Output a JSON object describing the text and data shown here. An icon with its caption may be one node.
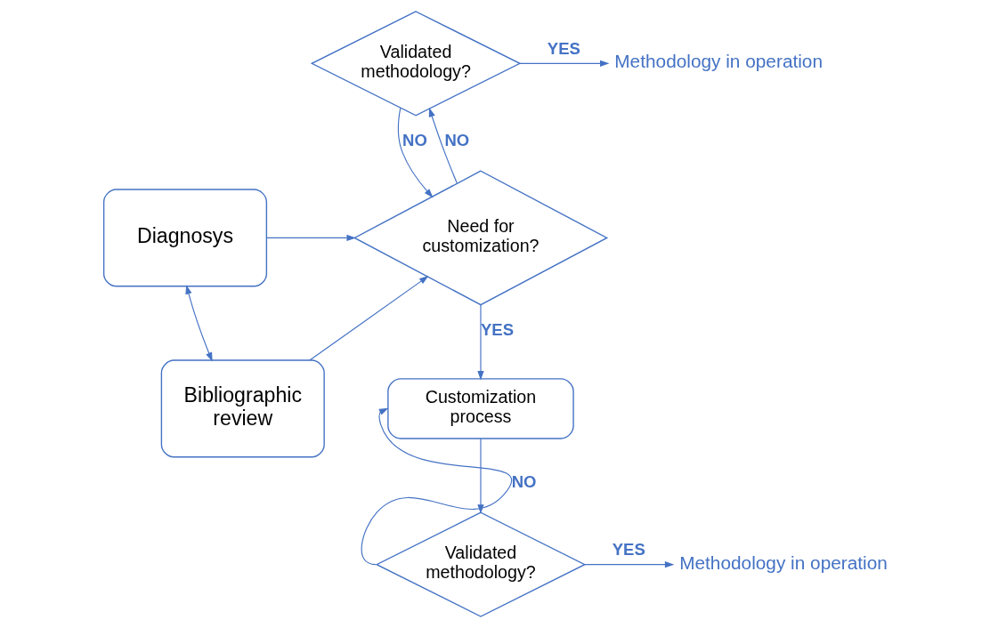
{
  "diagram": {
    "nodes": [
      {
        "text": [
          "Diagnosys"
        ]
      },
      {
        "text": [
          "Bibliographic review"
        ]
      },
      {
        "text": [
          "Need for customization?"
        ]
      },
      {
        "text": [
          "Validated methodology?"
        ]
      },
      {
        "text": [
          "Methodology in operation"
        ]
      },
      {
        "text": [
          "Customization process"
        ]
      },
      {
        "text": [
          "Validated methodology?"
        ]
      },
      {
        "text": [
          "Methodology in operation"
        ]
      }
    ],
    "edges": [
      {
        "from": 0,
        "to": 1,
        "arrow": "both"
      },
      {
        "from": 0,
        "to": 2,
        "arrow": "to"
      },
      {
        "from": 1,
        "to": 2,
        "arrow": "to"
      },
      {
        "from": 2,
        "to": 3,
        "arrow": "to",
        "label": "NO"
      },
      {
        "from": 3,
        "to": 4,
        "arrow": "to",
        "label": "YES"
      },
      {
        "from": 3,
        "to": 2,
        "arrow": "to",
        "label": "NO"
      },
      {
        "from": 2,
        "to": 5,
        "arrow": "to",
        "label": "YES"
      },
      {
        "from": 5,
        "to": 6,
        "arrow": "to"
      },
      {
        "from": 6,
        "to": 7,
        "arrow": "to",
        "label": "YES"
      },
      {
        "from": 6,
        "to": 5,
        "arrow": "to",
        "label": "NO"
      }
    ]
  }
}
